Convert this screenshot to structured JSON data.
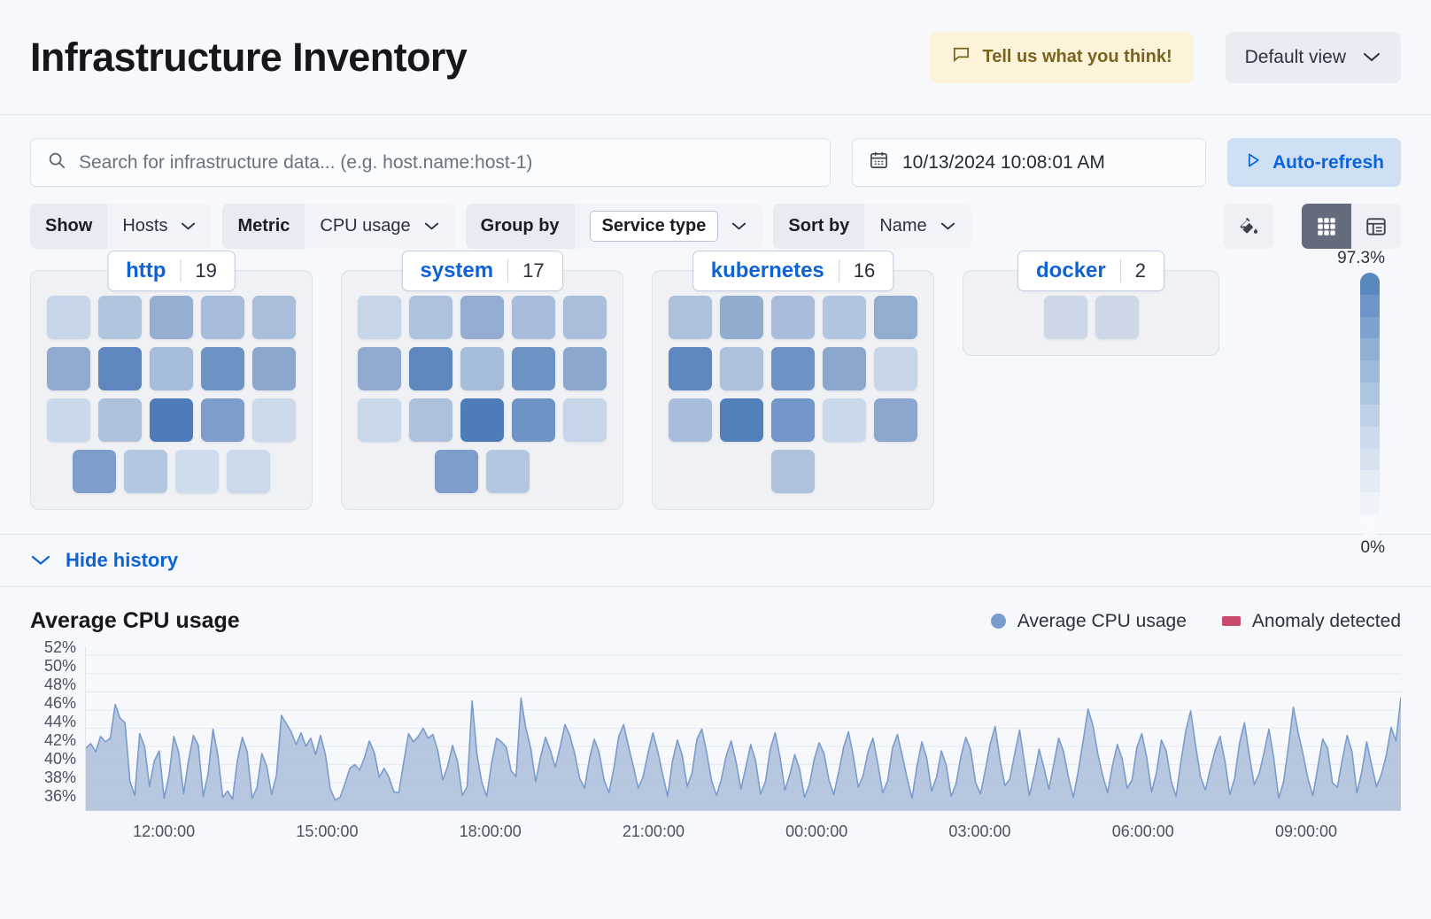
{
  "header": {
    "title": "Infrastructure Inventory",
    "feedback_label": "Tell us what you think!",
    "feedback_icon": "comment-icon",
    "view_label": "Default view",
    "view_icon": "chevron-down-icon",
    "feedback_bg": "#fdf3d8",
    "feedback_fg": "#7a6320"
  },
  "query": {
    "search_placeholder": "Search for infrastructure data... (e.g. host.name:host-1)",
    "search_value": "",
    "search_icon": "search-icon",
    "date_value": "10/13/2024 10:08:01 AM",
    "date_icon": "calendar-icon",
    "refresh_label": "Auto-refresh",
    "refresh_icon": "play-icon",
    "refresh_color": "#0b64dd"
  },
  "filters": [
    {
      "label": "Show",
      "value": "Hosts",
      "boxed": false
    },
    {
      "label": "Metric",
      "value": "CPU usage",
      "boxed": false
    },
    {
      "label": "Group by",
      "value": "Service type",
      "boxed": true
    },
    {
      "label": "Sort by",
      "value": "Name",
      "boxed": false
    }
  ],
  "view_controls": {
    "palette_icon": "paint-bucket-icon",
    "grid_icon": "grid-view-icon",
    "table_icon": "table-view-icon",
    "active_view": "grid"
  },
  "legend_scale": {
    "max_label": "97.3%",
    "min_label": "0%",
    "steps": [
      "#5b87bf",
      "#6d95c7",
      "#7ea2cd",
      "#8fafd4",
      "#9dbada",
      "#adc5e0",
      "#bdd0e6",
      "#cbdaec",
      "#d7e2f0",
      "#e3ebf5",
      "#eef2f9",
      "#f7f9fc"
    ]
  },
  "heatmap": {
    "groups": [
      {
        "name": "http",
        "count": "19",
        "rows": [
          [
            "#c6d6e8",
            "#b2c5de",
            "#96aed2",
            "#a7bcda",
            "#a9bedb"
          ],
          [
            "#91abd0",
            "#5e87bf",
            "#a6bcdb",
            "#6d93c5",
            "#8aa7ce"
          ],
          [
            "#c9d8ea",
            "#adc1dd",
            "#4d7cb8",
            "#7e9dcb",
            "#cbd9eb"
          ],
          [
            "#7e9dcb",
            "#b4c7e0",
            "#cfdcec",
            "#cbd9eb"
          ]
        ]
      },
      {
        "name": "system",
        "count": "17",
        "rows": [
          [
            "#c6d6e8",
            "#aec2dd",
            "#94acd1",
            "#a8bddb",
            "#a9bedb"
          ],
          [
            "#91abd0",
            "#5e87bf",
            "#a6bcdb",
            "#6d93c5",
            "#8aa7ce"
          ],
          [
            "#c9d8ea",
            "#adc1dd",
            "#4d7cb8",
            "#6e94c6",
            "#c6d6e8"
          ],
          [
            "#7e9dcb",
            "#b4c7e0"
          ]
        ]
      },
      {
        "name": "kubernetes",
        "count": "16",
        "rows": [
          [
            "#adc1dd",
            "#92acd0",
            "#a8bddb",
            "#b2c5de",
            "#93add1"
          ],
          [
            "#5e87bf",
            "#adc1dd",
            "#6d93c5",
            "#8aa7ce",
            "#c6d6e8"
          ],
          [
            "#a8bddb",
            "#5180ba",
            "#7196c7",
            "#c9d8ea",
            "#8aa7ce"
          ],
          [
            "#aec2dd"
          ]
        ]
      },
      {
        "name": "docker",
        "count": "2",
        "rows": [
          [
            "#ccd8e8",
            "#ccd8e8"
          ]
        ]
      }
    ]
  },
  "history": {
    "toggle_label": "Hide history",
    "toggle_icon": "chevron-down-icon"
  },
  "chart_data": {
    "type": "area",
    "title": "Average CPU usage",
    "xlabel": "",
    "ylabel": "",
    "grid": true,
    "legend_position": "top-right",
    "legend": [
      {
        "name": "Average CPU usage",
        "marker": "dot",
        "color": "#7a9ccd"
      },
      {
        "name": "Anomaly detected",
        "marker": "rect",
        "color": "#c94a6e"
      }
    ],
    "ytick_labels": [
      "52%",
      "50%",
      "48%",
      "46%",
      "44%",
      "42%",
      "40%",
      "38%",
      "36%"
    ],
    "ylim": [
      35,
      53
    ],
    "xtick_labels": [
      "12:00:00",
      "15:00:00",
      "18:00:00",
      "21:00:00",
      "00:00:00",
      "03:00:00",
      "06:00:00",
      "09:00:00"
    ],
    "xtick_positions_pct": [
      6.0,
      18.4,
      30.8,
      43.2,
      55.6,
      68.0,
      80.4,
      92.8
    ],
    "series": [
      {
        "name": "Average CPU usage",
        "color": "#7a9ccd",
        "fill": "#aabed9",
        "values": [
          41.8,
          42.3,
          41.4,
          43.1,
          42.5,
          42.9,
          46.6,
          45.1,
          44.6,
          38.2,
          36.6,
          43.4,
          42.0,
          37.6,
          40.4,
          41.5,
          36.3,
          38.8,
          43.1,
          41.3,
          36.8,
          40.5,
          43.2,
          42.1,
          36.5,
          39.0,
          43.9,
          41.0,
          36.4,
          37.1,
          36.2,
          40.5,
          43.0,
          41.4,
          36.3,
          37.5,
          41.2,
          39.8,
          36.7,
          38.9,
          45.4,
          44.5,
          43.6,
          42.2,
          43.5,
          42.0,
          42.9,
          41.1,
          43.2,
          41.1,
          37.3,
          36.1,
          36.4,
          37.9,
          39.6,
          40.0,
          39.4,
          40.8,
          42.6,
          41.3,
          38.6,
          39.6,
          38.6,
          37.0,
          36.9,
          40.2,
          43.4,
          42.5,
          43.1,
          44.0,
          42.9,
          43.3,
          41.5,
          38.3,
          39.8,
          42.1,
          40.4,
          36.6,
          37.6,
          47.0,
          41.1,
          38.0,
          36.5,
          40.2,
          42.9,
          42.5,
          41.9,
          39.3,
          38.7,
          47.3,
          44.0,
          41.8,
          38.1,
          40.8,
          43.0,
          41.6,
          39.7,
          41.9,
          44.4,
          43.2,
          41.2,
          38.5,
          37.4,
          40.6,
          42.8,
          41.3,
          38.3,
          36.9,
          39.6,
          43.1,
          44.4,
          42.0,
          39.8,
          37.4,
          38.7,
          41.3,
          43.5,
          41.4,
          38.9,
          36.5,
          40.4,
          42.7,
          41.0,
          37.6,
          39.1,
          42.8,
          43.9,
          41.3,
          38.2,
          36.6,
          38.4,
          41.0,
          42.6,
          40.3,
          37.3,
          39.7,
          42.2,
          40.4,
          36.8,
          38.1,
          41.7,
          43.5,
          40.8,
          37.2,
          38.9,
          41.1,
          39.5,
          36.4,
          37.8,
          40.6,
          42.4,
          41.2,
          38.3,
          36.7,
          39.2,
          41.9,
          43.6,
          40.9,
          37.5,
          38.8,
          41.4,
          42.9,
          40.1,
          36.9,
          38.2,
          41.8,
          43.3,
          41.0,
          38.5,
          36.3,
          39.8,
          42.5,
          40.7,
          37.1,
          38.6,
          41.5,
          39.9,
          36.5,
          37.9,
          40.9,
          43.0,
          41.6,
          38.0,
          36.8,
          39.4,
          42.3,
          44.2,
          40.5,
          37.7,
          38.4,
          41.2,
          43.8,
          40.2,
          36.6,
          38.9,
          41.7,
          39.6,
          37.3,
          40.1,
          42.9,
          41.4,
          38.6,
          36.4,
          39.3,
          42.6,
          46.1,
          44.3,
          41.2,
          38.8,
          36.9,
          39.9,
          42.2,
          40.6,
          37.4,
          38.3,
          41.9,
          43.4,
          40.8,
          37.0,
          39.1,
          42.7,
          41.5,
          38.2,
          36.5,
          40.3,
          43.7,
          45.9,
          42.1,
          38.7,
          37.2,
          39.5,
          41.6,
          43.1,
          40.4,
          36.7,
          38.5,
          42.4,
          44.6,
          41.0,
          37.8,
          39.0,
          41.3,
          43.9,
          40.7,
          36.3,
          38.1,
          42.0,
          46.3,
          43.5,
          41.1,
          38.4,
          36.6,
          39.7,
          42.8,
          41.8,
          38.0,
          37.5,
          40.5,
          43.2,
          41.4,
          36.9,
          39.2,
          42.5,
          40.0,
          37.6,
          38.9,
          41.0,
          44.1,
          42.6,
          47.4
        ]
      }
    ]
  }
}
